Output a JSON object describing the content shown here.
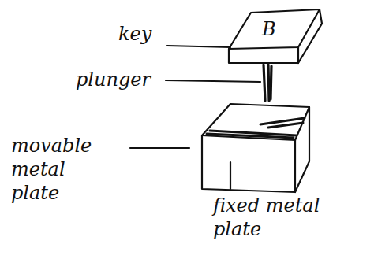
{
  "diagram": {
    "labels": [
      "key",
      "B",
      "plunger",
      "movable metal plate",
      "fixed metal plate"
    ]
  }
}
